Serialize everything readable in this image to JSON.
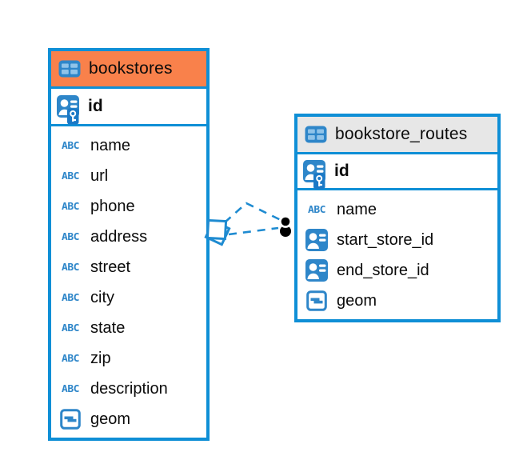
{
  "icons": {
    "text_type": "ABC"
  },
  "colors": {
    "table_border_blue": "#0F8FD6",
    "bookstores_header_orange": "#F9814B",
    "routes_header_gray": "#E7E7E7",
    "icon_blue": "#2E86C9",
    "connector_blue": "#1E8BD1",
    "marker_black": "#000000"
  },
  "diagram": {
    "tables": [
      {
        "name": "bookstores",
        "header_style": "orange",
        "primary_key": {
          "name": "id",
          "type": "primary-key"
        },
        "columns": [
          {
            "name": "name",
            "type": "text"
          },
          {
            "name": "url",
            "type": "text"
          },
          {
            "name": "phone",
            "type": "text"
          },
          {
            "name": "address",
            "type": "text"
          },
          {
            "name": "street",
            "type": "text"
          },
          {
            "name": "city",
            "type": "text"
          },
          {
            "name": "state",
            "type": "text"
          },
          {
            "name": "zip",
            "type": "text"
          },
          {
            "name": "description",
            "type": "text"
          },
          {
            "name": "geom",
            "type": "geometry"
          }
        ]
      },
      {
        "name": "bookstore_routes",
        "header_style": "gray",
        "primary_key": {
          "name": "id",
          "type": "primary-key"
        },
        "columns": [
          {
            "name": "name",
            "type": "text"
          },
          {
            "name": "start_store_id",
            "type": "reference"
          },
          {
            "name": "end_store_id",
            "type": "reference"
          },
          {
            "name": "geom",
            "type": "geometry"
          }
        ]
      }
    ],
    "relationship": {
      "from_table": "bookstores",
      "to_table": "bookstore_routes",
      "line_style": "dashed",
      "left_endpoint": "diamond-marker",
      "right_endpoint": "two-dot-markers"
    }
  }
}
